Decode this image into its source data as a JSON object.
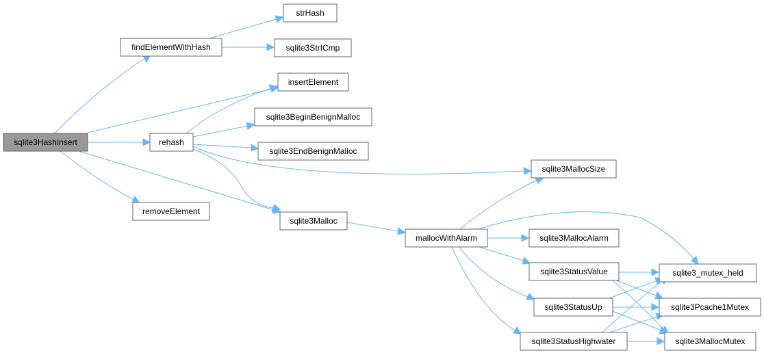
{
  "diagram": {
    "type": "call-graph",
    "colors": {
      "edge": "#63b8ff",
      "node_border": "#666666",
      "node_fill": "#ffffff",
      "root_fill": "#999999"
    },
    "nodes": [
      {
        "id": "n0",
        "label": "sqlite3HashInsert",
        "root": true
      },
      {
        "id": "n1",
        "label": "findElementWithHash"
      },
      {
        "id": "n2",
        "label": "strHash"
      },
      {
        "id": "n3",
        "label": "sqlite3StrICmp"
      },
      {
        "id": "n4",
        "label": "insertElement"
      },
      {
        "id": "n5",
        "label": "rehash"
      },
      {
        "id": "n6",
        "label": "sqlite3BeginBenignMalloc"
      },
      {
        "id": "n7",
        "label": "sqlite3EndBenignMalloc"
      },
      {
        "id": "n8",
        "label": "sqlite3MallocSize"
      },
      {
        "id": "n9",
        "label": "sqlite3Malloc"
      },
      {
        "id": "n10",
        "label": "removeElement"
      },
      {
        "id": "n11",
        "label": "mallocWithAlarm"
      },
      {
        "id": "n12",
        "label": "sqlite3MallocAlarm"
      },
      {
        "id": "n13",
        "label": "sqlite3StatusValue"
      },
      {
        "id": "n14",
        "label": "sqlite3StatusUp"
      },
      {
        "id": "n15",
        "label": "sqlite3StatusHighwater"
      },
      {
        "id": "n16",
        "label": "sqlite3_mutex_held"
      },
      {
        "id": "n17",
        "label": "sqlite3Pcache1Mutex"
      },
      {
        "id": "n18",
        "label": "sqlite3MallocMutex"
      }
    ],
    "edges": [
      {
        "from": "n0",
        "to": "n1"
      },
      {
        "from": "n0",
        "to": "n4"
      },
      {
        "from": "n0",
        "to": "n5"
      },
      {
        "from": "n0",
        "to": "n9"
      },
      {
        "from": "n0",
        "to": "n10"
      },
      {
        "from": "n1",
        "to": "n2"
      },
      {
        "from": "n1",
        "to": "n3"
      },
      {
        "from": "n5",
        "to": "n4"
      },
      {
        "from": "n5",
        "to": "n6"
      },
      {
        "from": "n5",
        "to": "n7"
      },
      {
        "from": "n5",
        "to": "n8"
      },
      {
        "from": "n5",
        "to": "n9"
      },
      {
        "from": "n9",
        "to": "n11"
      },
      {
        "from": "n11",
        "to": "n8"
      },
      {
        "from": "n11",
        "to": "n12"
      },
      {
        "from": "n11",
        "to": "n13"
      },
      {
        "from": "n11",
        "to": "n14"
      },
      {
        "from": "n11",
        "to": "n15"
      },
      {
        "from": "n11",
        "to": "n16"
      },
      {
        "from": "n13",
        "to": "n16"
      },
      {
        "from": "n13",
        "to": "n17"
      },
      {
        "from": "n13",
        "to": "n18"
      },
      {
        "from": "n14",
        "to": "n16"
      },
      {
        "from": "n14",
        "to": "n17"
      },
      {
        "from": "n14",
        "to": "n18"
      },
      {
        "from": "n15",
        "to": "n16"
      },
      {
        "from": "n15",
        "to": "n17"
      },
      {
        "from": "n15",
        "to": "n18"
      }
    ]
  }
}
